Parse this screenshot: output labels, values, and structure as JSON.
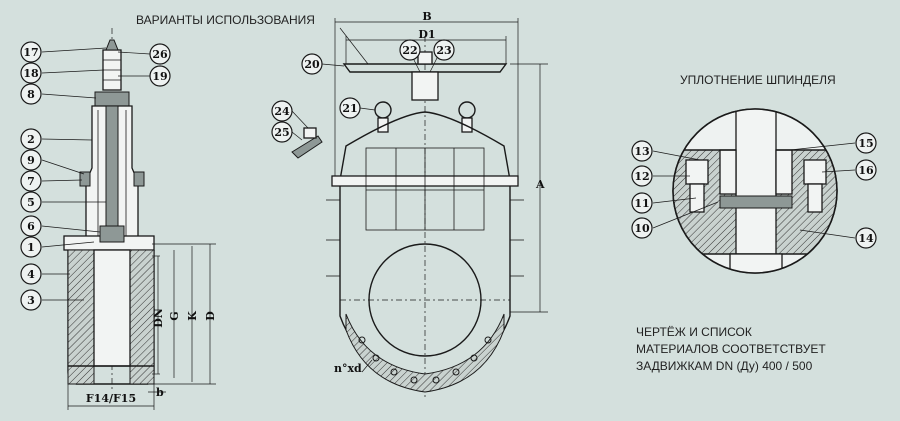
{
  "captions": {
    "usage_variants": "ВАРИАНТЫ ИСПОЛЬЗОВАНИЯ",
    "stem_seal": "УПЛОТНЕНИЕ ШПИНДЕЛЯ",
    "note_line1": "ЧЕРТЁЖ И СПИСОК",
    "note_line2": "МАТЕРИАЛОВ СООТВЕТСТВУЕТ",
    "note_line3": "ЗАДВИЖКАМ DN (Ду) 400 / 500"
  },
  "dimensions": {
    "B": "B",
    "D1": "D1",
    "A": "A",
    "DN": "DN",
    "G": "G",
    "K": "K",
    "D": "D",
    "flange": "F14/F15",
    "b": "b",
    "bolts": "n°xd"
  },
  "callouts": {
    "c1": "1",
    "c2": "2",
    "c3": "3",
    "c4": "4",
    "c5": "5",
    "c6": "6",
    "c7": "7",
    "c8": "8",
    "c9": "9",
    "c10": "10",
    "c11": "11",
    "c12": "12",
    "c13": "13",
    "c14": "14",
    "c15": "15",
    "c16": "16",
    "c17": "17",
    "c18": "18",
    "c19": "19",
    "c20": "20",
    "c21": "21",
    "c22": "22",
    "c23": "23",
    "c24": "24",
    "c25": "25",
    "c26": "26"
  }
}
